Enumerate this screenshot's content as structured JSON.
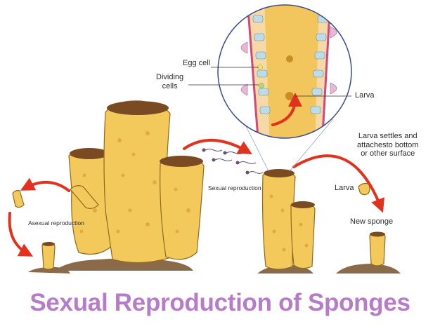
{
  "title": "Sexual Reproduction of Sponges",
  "colors": {
    "title": "#b77cc9",
    "sponge_body": "#f4c95b",
    "sponge_shadow": "#d9a233",
    "sponge_outline": "#8f6a1e",
    "spots": "#e0ab3f",
    "mouth": "#7a4b22",
    "ground": "#8b6a4a",
    "arrow": "#e2321e",
    "circle_outline": "#3a4a8c",
    "sperm": "#6b5075"
  },
  "labels": {
    "egg_cell": "Egg cell",
    "dividing_cells": "Dividing\ncells",
    "larva_inset": "Larva",
    "larva_settles": "Larva settles and\nattachesto bottom\nor other surface",
    "larva": "Larva",
    "new_sponge": "New sponge",
    "sexual_reproduction": "Sexual reproduction",
    "asexual_reproduction": "Asexual reproduction"
  },
  "icons": [
    "sponge-cluster",
    "bud-sponge",
    "sperm-icon",
    "larva-icon",
    "magnified-wall-inset",
    "curved-arrow-icon"
  ]
}
